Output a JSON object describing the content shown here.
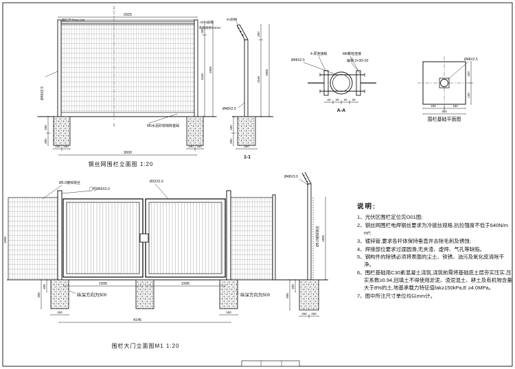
{
  "fence_elevation": {
    "caption": "钢丝网围栏立面图  1:20",
    "marker": "1",
    "dim_top": "2925",
    "dim_total": "3000",
    "dim_150": "150",
    "dim_260": "260",
    "dim_1540": "1540",
    "dim_1800": "1800",
    "dim_400": "400",
    "dim_300": "300",
    "post_label": "Ø48X2.5",
    "mesh_label": "网孔尺寸50×150",
    "flat_steel_label": "-30×3扁钢",
    "barb_label": "刺绳规格Φ4mm",
    "foundation_note": "M5水泥砂浆砌砖基础"
  },
  "section_1_1": {
    "caption": "1-1",
    "dim_260": "260",
    "dim_1540": "1540",
    "dim_1800": "1800",
    "dim_400": "400",
    "dim_300": "300",
    "dim_base": "300",
    "post_label": "Ø48X2.5",
    "barb_label": "Φ4刺绳"
  },
  "section_a_a": {
    "caption": "A-A",
    "pipe_label": "Ø48X2.5",
    "plate_label": "4-厚连接板",
    "bolt_label": "M8螺栓连接",
    "flat_label": "扁钢-3×30×20",
    "dim_20": "20"
  },
  "foundation_plan": {
    "caption": "围栏基础平面图",
    "pipe_label": "Ø48X2.5",
    "dim_150": "150",
    "dim_300": "300"
  },
  "gate_elevation": {
    "caption": "围栏大门立面图M1  1:20",
    "dim_leaf": "1995",
    "dim_total": "4145",
    "dim_250": "250",
    "dim_1800": "1800",
    "dim_800": "800",
    "dim_400": "400",
    "depth_note": "纵深方向为500",
    "mesh_wire_label": "Ø5.0镀锌铁丝",
    "gate_post_label": "门柱Ø60X3.0",
    "door_frame_label": "Ø32X2.0",
    "detail_post_label": "Ø48X3.0"
  },
  "notes": {
    "header": "说明:",
    "items": [
      "1、光伏区围栏定位见O01图;",
      "2、钢丝网围栏电焊钢丝要求为冷拔丝规格,抗拉强度不低于640N/mm²;",
      "3、镀锌管,要求各杆体保持垂直并去除毛刺及锈蚀;",
      "4、焊接部位要求过渡圆滑,无夹渣、虚焊、气孔等缺陷。",
      "5、钢构件的除锈必须将表面的尘土、铁锈、油污及氧化皮清除干净。",
      "6、围栏基础用C30素混凝土浇筑,浇筑前需将基础底土层夯实压实,压实系数≥0.94,回填土不得使用淤泥、渣泥混土、耕土及有机物含量大于8%的土,地基承载力特征值fak≥150kPa,E ≥4.0MPa。",
      "7、图中所注尺寸单位均以mm计。"
    ]
  }
}
